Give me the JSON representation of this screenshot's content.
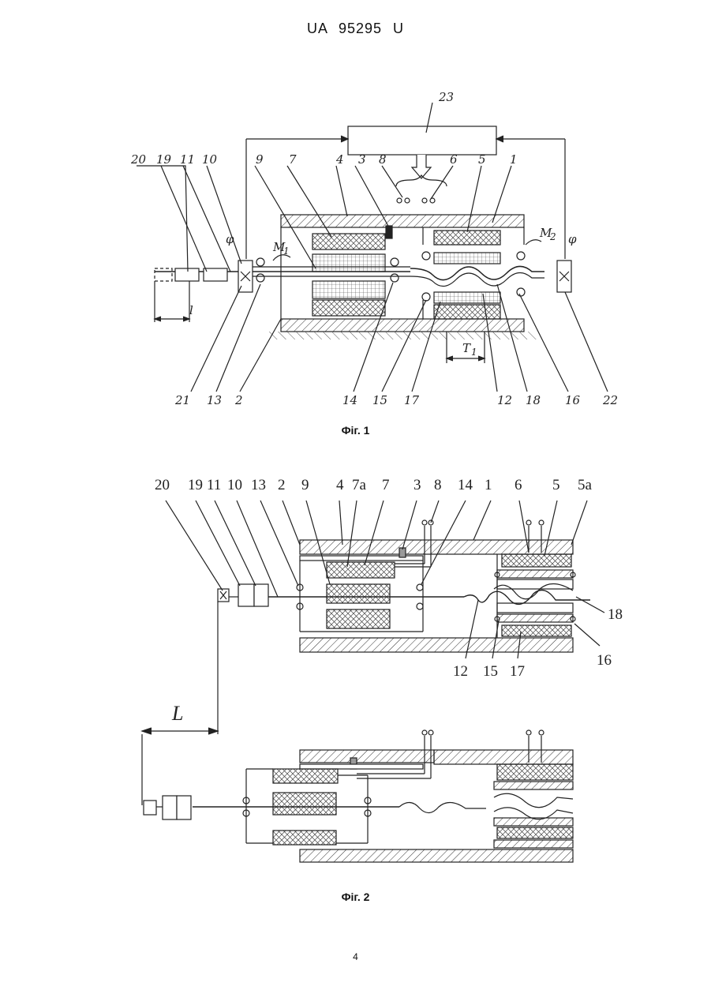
{
  "header": "UA 95295 U",
  "fig1": {
    "caption": "Фіг. 1",
    "labels_top": [
      "20",
      "19",
      "11",
      "10",
      "9",
      "7",
      "4",
      "3",
      "8",
      "6",
      "5",
      "1"
    ],
    "label_23": "23",
    "labels_bottom": [
      "21",
      "13",
      "2",
      "14",
      "15",
      "17",
      "12",
      "18",
      "16",
      "22"
    ],
    "phi": "φ",
    "m1": "M",
    "m2": "M",
    "sub1": "1",
    "sub2": "2",
    "l": "l",
    "t": "T"
  },
  "fig2": {
    "caption": "Фіг. 2",
    "labels_top": [
      "20",
      "19",
      "11",
      "10",
      "13",
      "2",
      "9",
      "4",
      "7a",
      "7",
      "3",
      "8",
      "14",
      "1",
      "6",
      "5",
      "5a"
    ],
    "labels_bottom": [
      "12",
      "15",
      "17",
      "16"
    ],
    "label_18": "18",
    "L": "L"
  },
  "page_number": "4"
}
